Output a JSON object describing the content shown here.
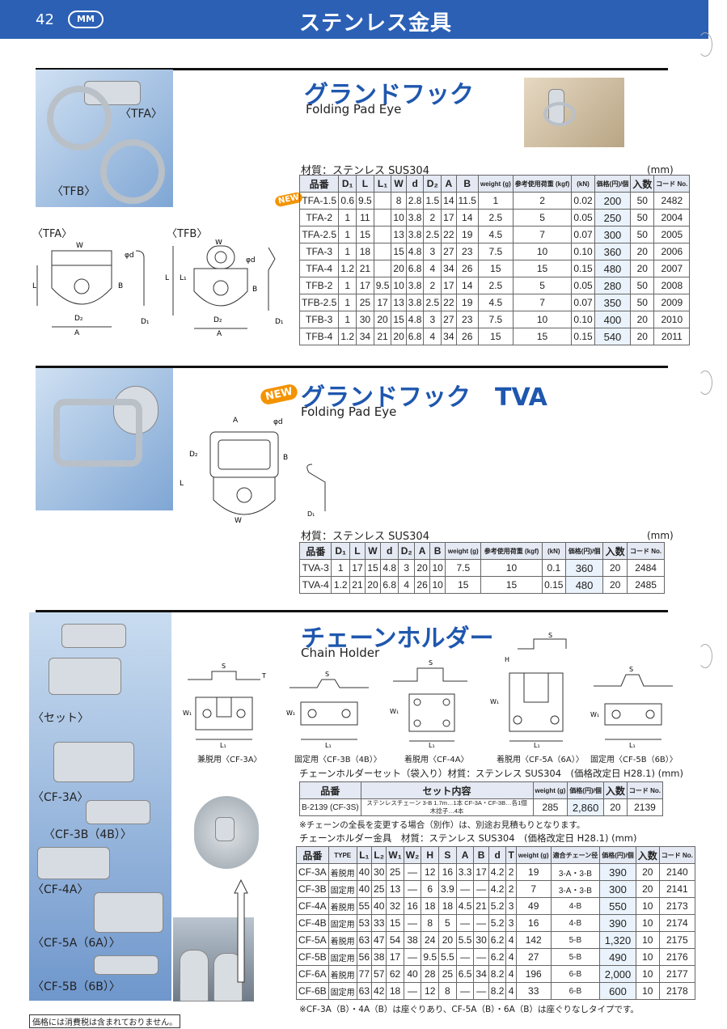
{
  "header": {
    "page_number": "42",
    "logo": "MM",
    "title": "ステンレス金具"
  },
  "s1": {
    "title_jp": "グランドフック",
    "title_en": "Folding Pad Eye",
    "photo_labels": [
      "〈TFA〉",
      "〈TFB〉"
    ],
    "diagram_labels": [
      "〈TFA〉",
      "〈TFB〉"
    ],
    "material": "材質：ステンレス SUS304",
    "unit": "(mm)",
    "new_badge": "NEW",
    "headers": [
      "品番",
      "D₁",
      "L",
      "L₁",
      "W",
      "d",
      "D₂",
      "A",
      "B",
      "weight (g)",
      "参考使用荷重 (kgf)",
      "(kN)",
      "価格(円)/個",
      "入数",
      "コード No."
    ],
    "rows": [
      [
        "TFA-1.5",
        "0.6",
        "9.5",
        "",
        "8",
        "2.8",
        "1.5",
        "14",
        "11.5",
        "1",
        "2",
        "0.02",
        "200",
        "50",
        "2482"
      ],
      [
        "TFA-2",
        "1",
        "11",
        "",
        "10",
        "3.8",
        "2",
        "17",
        "14",
        "2.5",
        "5",
        "0.05",
        "250",
        "50",
        "2004"
      ],
      [
        "TFA-2.5",
        "1",
        "15",
        "",
        "13",
        "3.8",
        "2.5",
        "22",
        "19",
        "4.5",
        "7",
        "0.07",
        "300",
        "50",
        "2005"
      ],
      [
        "TFA-3",
        "1",
        "18",
        "",
        "15",
        "4.8",
        "3",
        "27",
        "23",
        "7.5",
        "10",
        "0.10",
        "360",
        "20",
        "2006"
      ],
      [
        "TFA-4",
        "1.2",
        "21",
        "",
        "20",
        "6.8",
        "4",
        "34",
        "26",
        "15",
        "15",
        "0.15",
        "480",
        "20",
        "2007"
      ],
      [
        "TFB-2",
        "1",
        "17",
        "9.5",
        "10",
        "3.8",
        "2",
        "17",
        "14",
        "2.5",
        "5",
        "0.05",
        "280",
        "50",
        "2008"
      ],
      [
        "TFB-2.5",
        "1",
        "25",
        "17",
        "13",
        "3.8",
        "2.5",
        "22",
        "19",
        "4.5",
        "7",
        "0.07",
        "350",
        "50",
        "2009"
      ],
      [
        "TFB-3",
        "1",
        "30",
        "20",
        "15",
        "4.8",
        "3",
        "27",
        "23",
        "7.5",
        "10",
        "0.10",
        "400",
        "20",
        "2010"
      ],
      [
        "TFB-4",
        "1.2",
        "34",
        "21",
        "20",
        "6.8",
        "4",
        "34",
        "26",
        "15",
        "15",
        "0.15",
        "540",
        "20",
        "2011"
      ]
    ]
  },
  "s2": {
    "new_badge": "NEW",
    "title_jp": "グランドフック　TVA",
    "title_en": "Folding Pad Eye",
    "material": "材質：ステンレス SUS304",
    "unit": "(mm)",
    "headers": [
      "品番",
      "D₁",
      "L",
      "W",
      "d",
      "D₂",
      "A",
      "B",
      "weight (g)",
      "参考使用荷重 (kgf)",
      "(kN)",
      "価格(円)/個",
      "入数",
      "コード No."
    ],
    "rows": [
      [
        "TVA-3",
        "1",
        "17",
        "15",
        "4.8",
        "3",
        "20",
        "10",
        "7.5",
        "10",
        "0.1",
        "360",
        "20",
        "2484"
      ],
      [
        "TVA-4",
        "1.2",
        "21",
        "20",
        "6.8",
        "4",
        "26",
        "10",
        "15",
        "15",
        "0.15",
        "480",
        "20",
        "2485"
      ]
    ]
  },
  "s3": {
    "title_jp": "チェーンホルダー",
    "title_en": "Chain Holder",
    "photo_labels": [
      "〈セット〉",
      "〈CF-3A〉",
      "〈CF-3B（4B）〉",
      "〈CF-4A〉",
      "〈CF-5A（6A）〉",
      "〈CF-5B（6B）〉"
    ],
    "diagram_captions": [
      "兼脱用〈CF-3A〉",
      "固定用〈CF-3B（4B）〉",
      "着脱用〈CF-4A〉",
      "着脱用〈CF-5A（6A）〉",
      "固定用〈CF-5B（6B）〉"
    ],
    "set_title": "チェーンホルダーセット（袋入り）材質：ステンレス SUS304　(価格改定日 H28.1) (mm)",
    "set_headers": [
      "品番",
      "セット内容",
      "weight (g)",
      "価格(円)/個",
      "入数",
      "コード No."
    ],
    "set_row": [
      "B-2139 (CF-3S)",
      "ステンレスチェーン 3-B 1.7m…1本 CF-3A・CF-3B…各1個 木捻子…4本",
      "285",
      "2,860",
      "20",
      "2139"
    ],
    "set_note": "※チェーンの全長を変更する場合（別作）は、別途お見積もりとなります。",
    "parts_title": "チェーンホルダー金具　材質：ステンレス SUS304　(価格改定日 H28.1) (mm)",
    "parts_headers": [
      "品番",
      "TYPE",
      "L₁",
      "L₂",
      "W₁",
      "W₂",
      "H",
      "S",
      "A",
      "B",
      "d",
      "T",
      "weight (g)",
      "適合チェーン径",
      "価格(円)/個",
      "入数",
      "コード No."
    ],
    "parts_rows": [
      [
        "CF-3A",
        "着脱用",
        "40",
        "30",
        "25",
        "—",
        "12",
        "16",
        "3.3",
        "17",
        "4.2",
        "2",
        "19",
        "3-A・3-B",
        "390",
        "20",
        "2140"
      ],
      [
        "CF-3B",
        "固定用",
        "40",
        "25",
        "13",
        "—",
        "6",
        "3.9",
        "—",
        "—",
        "4.2",
        "2",
        "7",
        "3-A・3-B",
        "300",
        "20",
        "2141"
      ],
      [
        "CF-4A",
        "着脱用",
        "55",
        "40",
        "32",
        "16",
        "18",
        "18",
        "4.5",
        "21",
        "5.2",
        "3",
        "49",
        "4-B",
        "550",
        "10",
        "2173"
      ],
      [
        "CF-4B",
        "固定用",
        "53",
        "33",
        "15",
        "—",
        "8",
        "5",
        "—",
        "—",
        "5.2",
        "3",
        "16",
        "4-B",
        "390",
        "10",
        "2174"
      ],
      [
        "CF-5A",
        "着脱用",
        "63",
        "47",
        "54",
        "38",
        "24",
        "20",
        "5.5",
        "30",
        "6.2",
        "4",
        "142",
        "5-B",
        "1,320",
        "10",
        "2175"
      ],
      [
        "CF-5B",
        "固定用",
        "56",
        "38",
        "17",
        "—",
        "9.5",
        "5.5",
        "—",
        "—",
        "6.2",
        "4",
        "27",
        "5-B",
        "490",
        "10",
        "2176"
      ],
      [
        "CF-6A",
        "着脱用",
        "77",
        "57",
        "62",
        "40",
        "28",
        "25",
        "6.5",
        "34",
        "8.2",
        "4",
        "196",
        "6-B",
        "2,000",
        "10",
        "2177"
      ],
      [
        "CF-6B",
        "固定用",
        "63",
        "42",
        "18",
        "—",
        "12",
        "8",
        "—",
        "—",
        "8.2",
        "4",
        "33",
        "6-B",
        "600",
        "10",
        "2178"
      ]
    ],
    "bottom_note": "※CF-3A（B）・4A（B）は座ぐりあり、CF-5A（B）・6A（B）は座ぐりなしタイプです。"
  },
  "footer": "価格には消費税は含まれておりません。",
  "colors": {
    "header_bg": "#2b60b5",
    "title_blue": "#1f57ae",
    "new_orange": "#f39300"
  }
}
